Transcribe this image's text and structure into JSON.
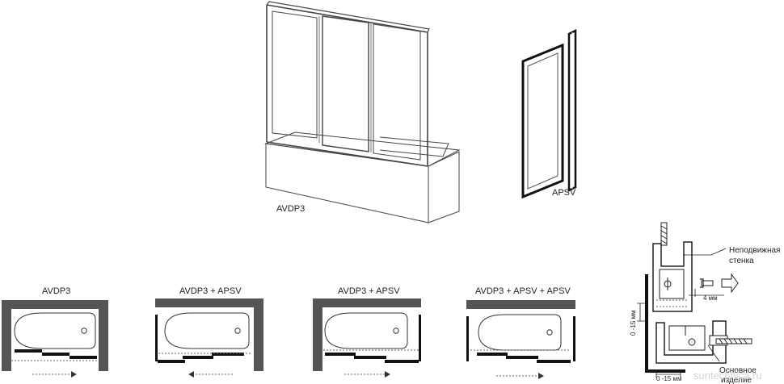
{
  "main_view": {
    "product_label": "AVDP3",
    "side_panel_label": "APSV"
  },
  "plans": [
    {
      "title": "AVDP3",
      "arrow_direction": "right"
    },
    {
      "title": "AVDP3 + APSV",
      "arrow_direction": "left"
    },
    {
      "title": "AVDP3 + APSV",
      "arrow_direction": "right"
    },
    {
      "title": "AVDP3 + APSV + APSV",
      "arrow_direction": "right"
    }
  ],
  "detail": {
    "fixed_wall_label_1": "Неподвижная",
    "fixed_wall_label_2": "стенка",
    "gap_label": "4 мм",
    "adjust_vertical_label": "0 -15 мм",
    "adjust_horizontal_label": "0 -15 мм",
    "base_label_1": "Основное",
    "base_label_2": "изделие"
  },
  "watermark": "suntechnica.ru",
  "colors": {
    "wall": "#555555",
    "line": "#333333",
    "panel": "#111111"
  }
}
